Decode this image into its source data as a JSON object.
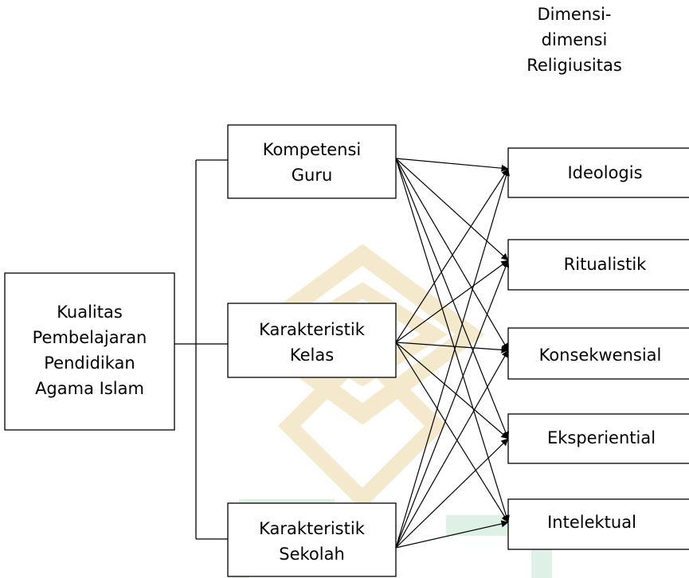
{
  "heading": {
    "lines": [
      "Dimensi-",
      "dimensi",
      "Religiusitas"
    ]
  },
  "main_box": {
    "lines": [
      "Kualitas",
      "Pembelajaran",
      "Pendidikan",
      "Agama Islam"
    ]
  },
  "factors": [
    {
      "lines": [
        "Kompetensi",
        "Guru"
      ]
    },
    {
      "lines": [
        "Karakteristik",
        "Kelas"
      ]
    },
    {
      "lines": [
        "Karakteristik",
        "Sekolah"
      ]
    }
  ],
  "dimensions": [
    {
      "label": "Ideologis"
    },
    {
      "label": "Ritualistik"
    },
    {
      "label": "Konsekwensial"
    },
    {
      "label": "Eksperiential"
    },
    {
      "label": "Intelektual"
    }
  ],
  "colors": {
    "stroke": "#000000",
    "watermark_beige": "#f3e6c8",
    "watermark_green": "#dcefe3"
  }
}
